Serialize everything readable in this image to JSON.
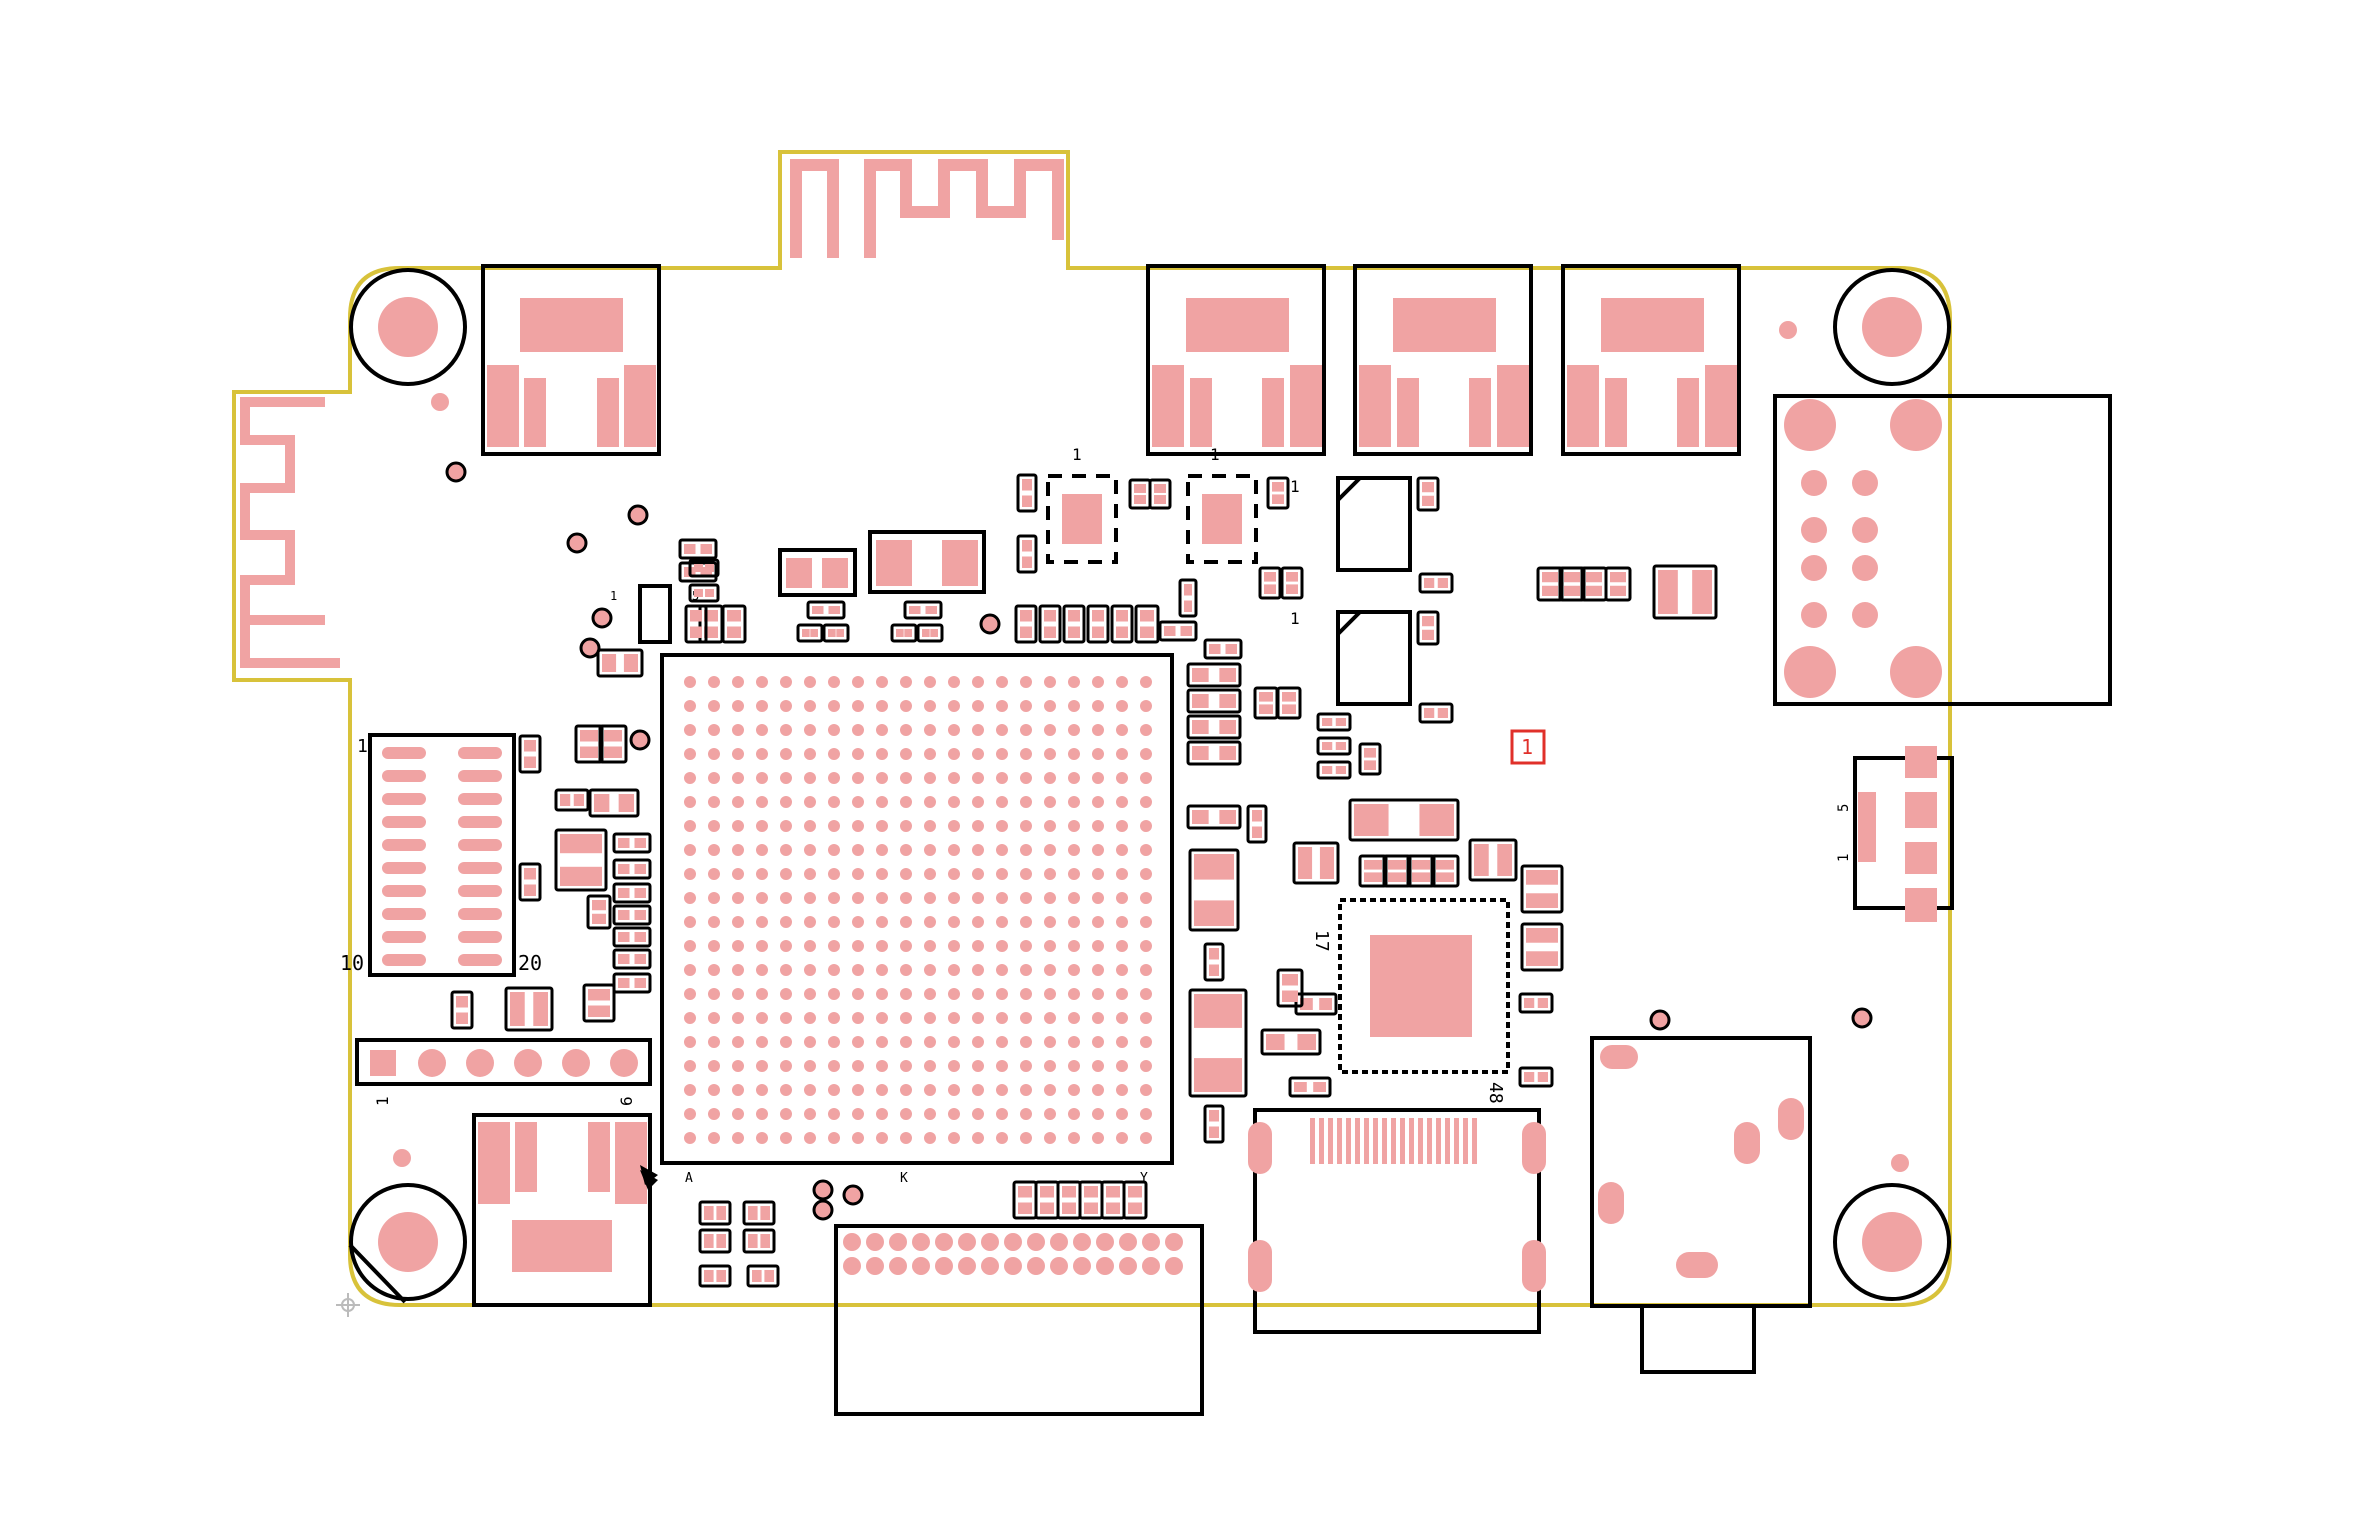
{
  "colors": {
    "background": "#ffffff",
    "board_outline": "#d8c23a",
    "pad": "#f0a3a3",
    "silkscreen": "#000000",
    "marker": "#e0302a"
  },
  "labels": {
    "header_left_1": "1",
    "header_left_10": "10",
    "header_left_20": "20",
    "strip_1": "1",
    "strip_6": "6",
    "qfp_17": "17",
    "qfp_48": "48",
    "marker": "1",
    "conn_right_5": "5",
    "conn_right_1": "1",
    "ic1_pin1": "1",
    "ic2_pin1": "1",
    "ic3_pin1": "1",
    "ic4_pin1": "1",
    "sot_1": "1",
    "sot_5": "5",
    "bga_a": "A",
    "bga_k": "K",
    "bga_y": "Y",
    "icon": "pcb-layout-icon"
  }
}
